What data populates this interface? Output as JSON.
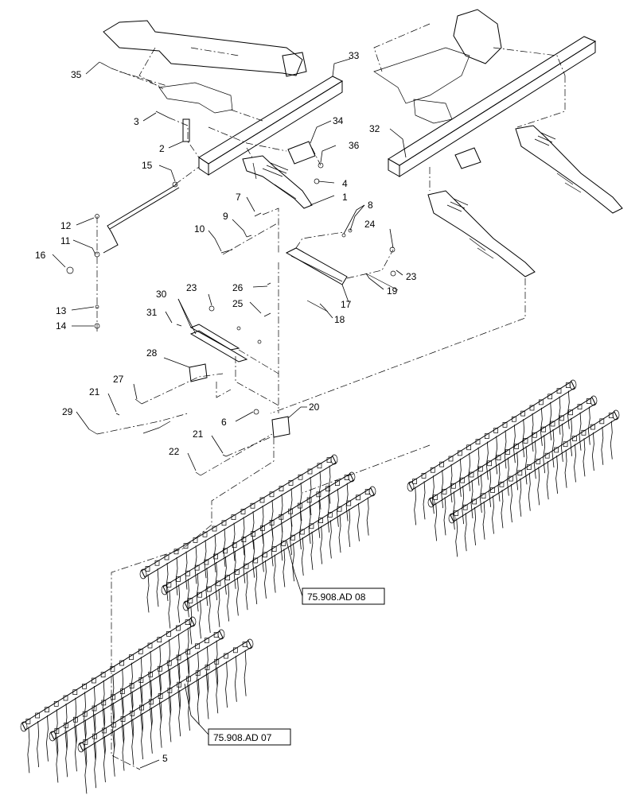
{
  "callouts": [
    {
      "id": "c35",
      "label": "35"
    },
    {
      "id": "c33",
      "label": "33"
    },
    {
      "id": "c3",
      "label": "3"
    },
    {
      "id": "c34",
      "label": "34"
    },
    {
      "id": "c2",
      "label": "2"
    },
    {
      "id": "c36",
      "label": "36"
    },
    {
      "id": "c32",
      "label": "32"
    },
    {
      "id": "c15",
      "label": "15"
    },
    {
      "id": "c4",
      "label": "4"
    },
    {
      "id": "c1",
      "label": "1"
    },
    {
      "id": "c7",
      "label": "7"
    },
    {
      "id": "c8",
      "label": "8"
    },
    {
      "id": "c12",
      "label": "12"
    },
    {
      "id": "c9",
      "label": "9"
    },
    {
      "id": "c10",
      "label": "10"
    },
    {
      "id": "c24",
      "label": "24"
    },
    {
      "id": "c11",
      "label": "11"
    },
    {
      "id": "c16",
      "label": "16"
    },
    {
      "id": "c23a",
      "label": "23"
    },
    {
      "id": "c26",
      "label": "26"
    },
    {
      "id": "c30",
      "label": "30"
    },
    {
      "id": "c23b",
      "label": "23"
    },
    {
      "id": "c19",
      "label": "19"
    },
    {
      "id": "c17",
      "label": "17"
    },
    {
      "id": "c13",
      "label": "13"
    },
    {
      "id": "c25",
      "label": "25"
    },
    {
      "id": "c31",
      "label": "31"
    },
    {
      "id": "c18",
      "label": "18"
    },
    {
      "id": "c14",
      "label": "14"
    },
    {
      "id": "c28",
      "label": "28"
    },
    {
      "id": "c27",
      "label": "27"
    },
    {
      "id": "c21a",
      "label": "21"
    },
    {
      "id": "c29",
      "label": "29"
    },
    {
      "id": "c20",
      "label": "20"
    },
    {
      "id": "c6",
      "label": "6"
    },
    {
      "id": "c21b",
      "label": "21"
    },
    {
      "id": "c22",
      "label": "22"
    },
    {
      "id": "c5",
      "label": "5"
    }
  ],
  "references": [
    {
      "id": "ref1",
      "label": "75.908.AD 08"
    },
    {
      "id": "ref2",
      "label": "75.908.AD 07"
    }
  ]
}
